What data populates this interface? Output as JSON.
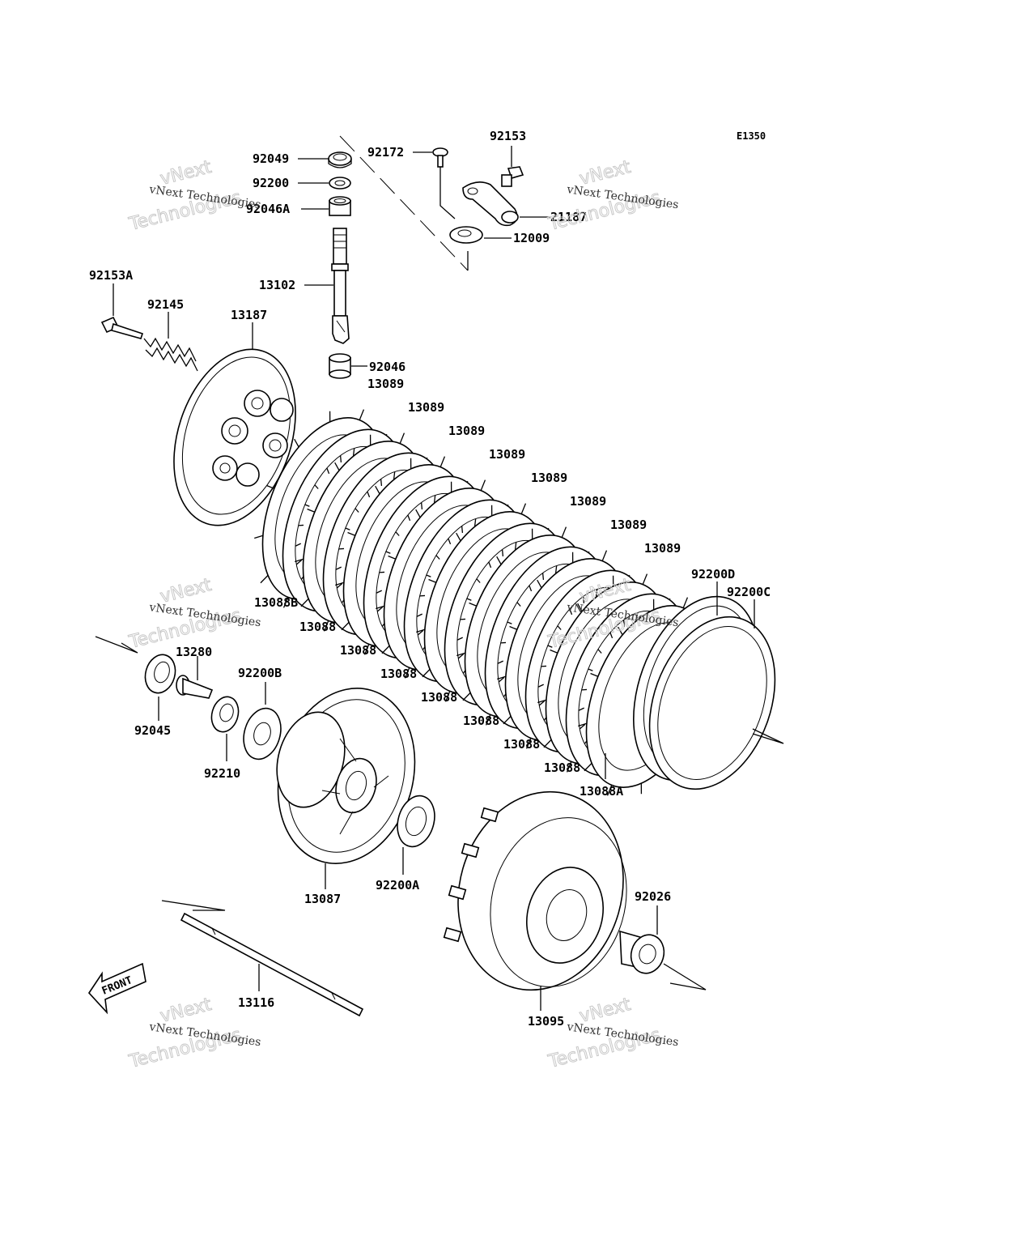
{
  "diagram_code": "E1350",
  "front_label": "FRONT",
  "watermark": {
    "line1": "vNext Technologies",
    "line2a": "vNext",
    "line2b": "Technologies"
  },
  "labels": {
    "p92049": "92049",
    "p92200": "92200",
    "p92046A": "92046A",
    "p13102": "13102",
    "p92046": "92046",
    "p92172": "92172",
    "p92153": "92153",
    "p21187": "21187",
    "p12009": "12009",
    "p92153A": "92153A",
    "p92145": "92145",
    "p13187": "13187",
    "p13089_1": "13089",
    "p13089_2": "13089",
    "p13089_3": "13089",
    "p13089_4": "13089",
    "p13089_5": "13089",
    "p13089_6": "13089",
    "p13089_7": "13089",
    "p13089_8": "13089",
    "p92200D": "92200D",
    "p92200C": "92200C",
    "p13088B": "13088B",
    "p13088_1": "13088",
    "p13088_2": "13088",
    "p13088_3": "13088",
    "p13088_4": "13088",
    "p13088_5": "13088",
    "p13088_6": "13088",
    "p13088_7": "13088",
    "p13088A": "13088A",
    "p13280": "13280",
    "p92200B": "92200B",
    "p92045": "92045",
    "p92210": "92210",
    "p13087": "13087",
    "p92200A": "92200A",
    "p92026": "92026",
    "p13095": "13095",
    "p13116": "13116"
  }
}
